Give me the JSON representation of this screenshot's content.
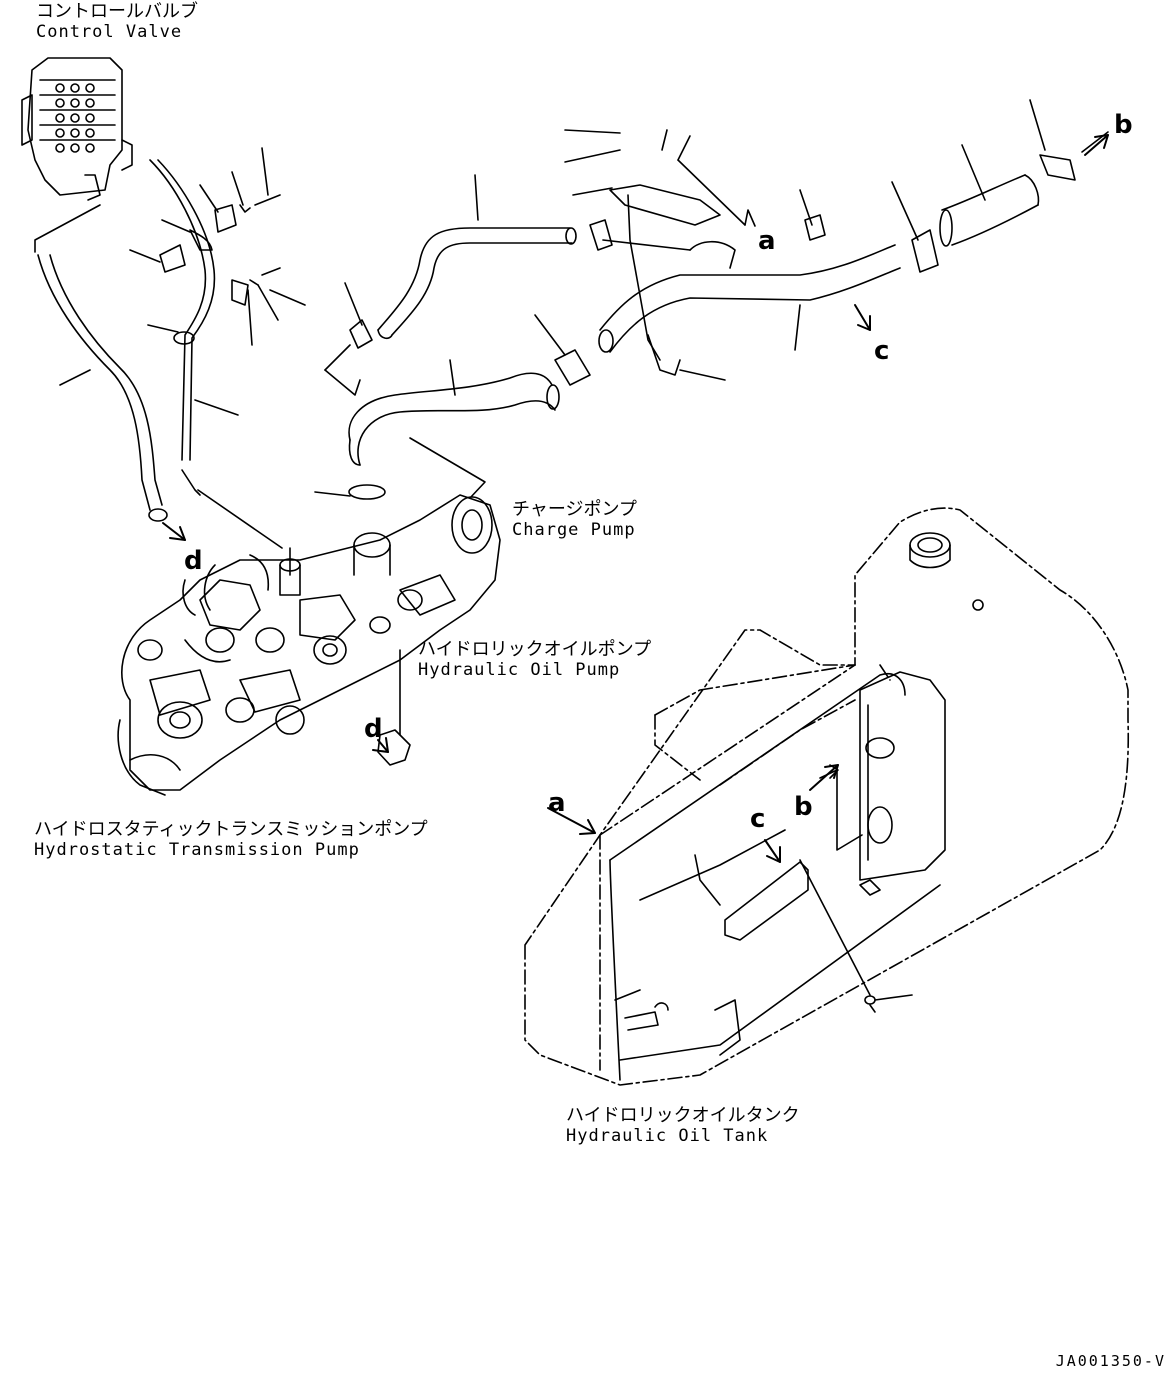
{
  "labels": {
    "control_valve": {
      "jp": "コントロールバルブ",
      "en": "Control Valve"
    },
    "charge_pump": {
      "jp": "チャージポンプ",
      "en": "Charge Pump"
    },
    "hydraulic_oil_pump": {
      "jp": "ハイドロリックオイルポンプ",
      "en": "Hydraulic Oil Pump"
    },
    "hst_pump": {
      "jp": "ハイドロスタティックトランスミッションポンプ",
      "en": "Hydrostatic Transmission Pump"
    },
    "hydraulic_oil_tank": {
      "jp": "ハイドロリックオイルタンク",
      "en": "Hydraulic Oil Tank"
    }
  },
  "refs": {
    "a": "a",
    "b": "b",
    "c": "c",
    "d": "d"
  },
  "doc_id": "JA001350-V"
}
